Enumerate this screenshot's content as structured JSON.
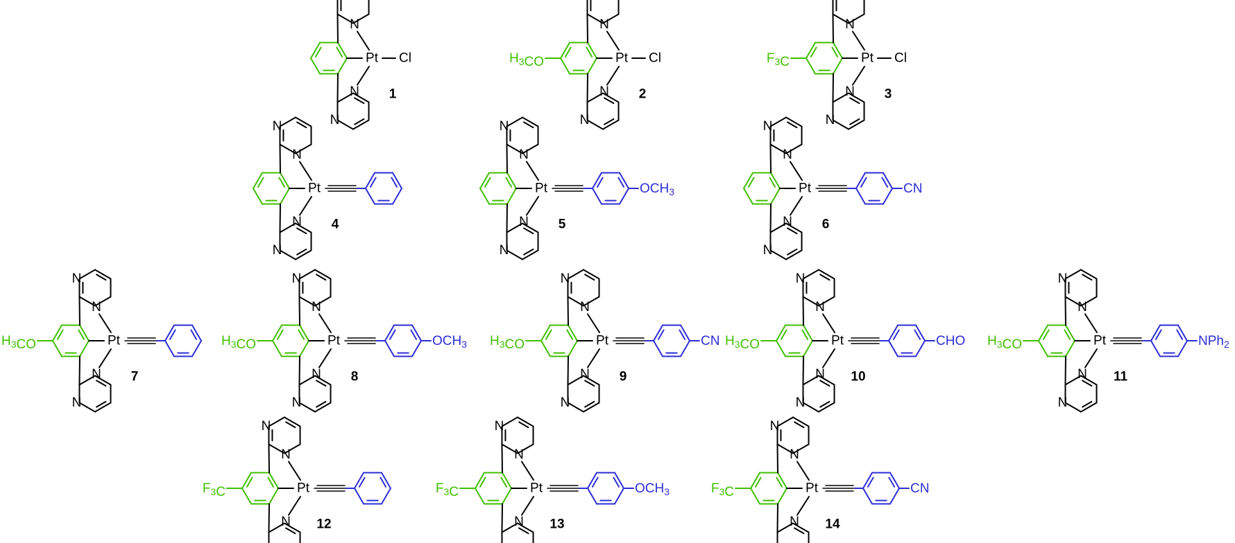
{
  "colors": {
    "core": "#000000",
    "phenyl": "#3fbf00",
    "alkyne_aryl": "#2d2dd8"
  },
  "atoms": {
    "metal": "Pt",
    "nitrogen": "N",
    "chloride": "Cl"
  },
  "compounds": [
    {
      "number": "1",
      "ring_sub": "",
      "ligand": "Cl"
    },
    {
      "number": "2",
      "ring_sub": "H3CO",
      "ligand": "Cl"
    },
    {
      "number": "3",
      "ring_sub": "F3C",
      "ligand": "Cl"
    },
    {
      "number": "4",
      "ring_sub": "",
      "ligand": "ethynyl",
      "aryl_sub": ""
    },
    {
      "number": "5",
      "ring_sub": "",
      "ligand": "ethynyl",
      "aryl_sub": "OCH3"
    },
    {
      "number": "6",
      "ring_sub": "",
      "ligand": "ethynyl",
      "aryl_sub": "CN"
    },
    {
      "number": "7",
      "ring_sub": "H3CO",
      "ligand": "ethynyl",
      "aryl_sub": ""
    },
    {
      "number": "8",
      "ring_sub": "H3CO",
      "ligand": "ethynyl",
      "aryl_sub": "OCH3"
    },
    {
      "number": "9",
      "ring_sub": "H3CO",
      "ligand": "ethynyl",
      "aryl_sub": "CN"
    },
    {
      "number": "10",
      "ring_sub": "H3CO",
      "ligand": "ethynyl",
      "aryl_sub": "CHO"
    },
    {
      "number": "11",
      "ring_sub": "H3CO",
      "ligand": "ethynyl",
      "aryl_sub": "NPh2"
    },
    {
      "number": "12",
      "ring_sub": "F3C",
      "ligand": "ethynyl",
      "aryl_sub": ""
    },
    {
      "number": "13",
      "ring_sub": "F3C",
      "ligand": "ethynyl",
      "aryl_sub": "OCH3"
    },
    {
      "number": "14",
      "ring_sub": "F3C",
      "ligand": "ethynyl",
      "aryl_sub": "CN"
    }
  ]
}
